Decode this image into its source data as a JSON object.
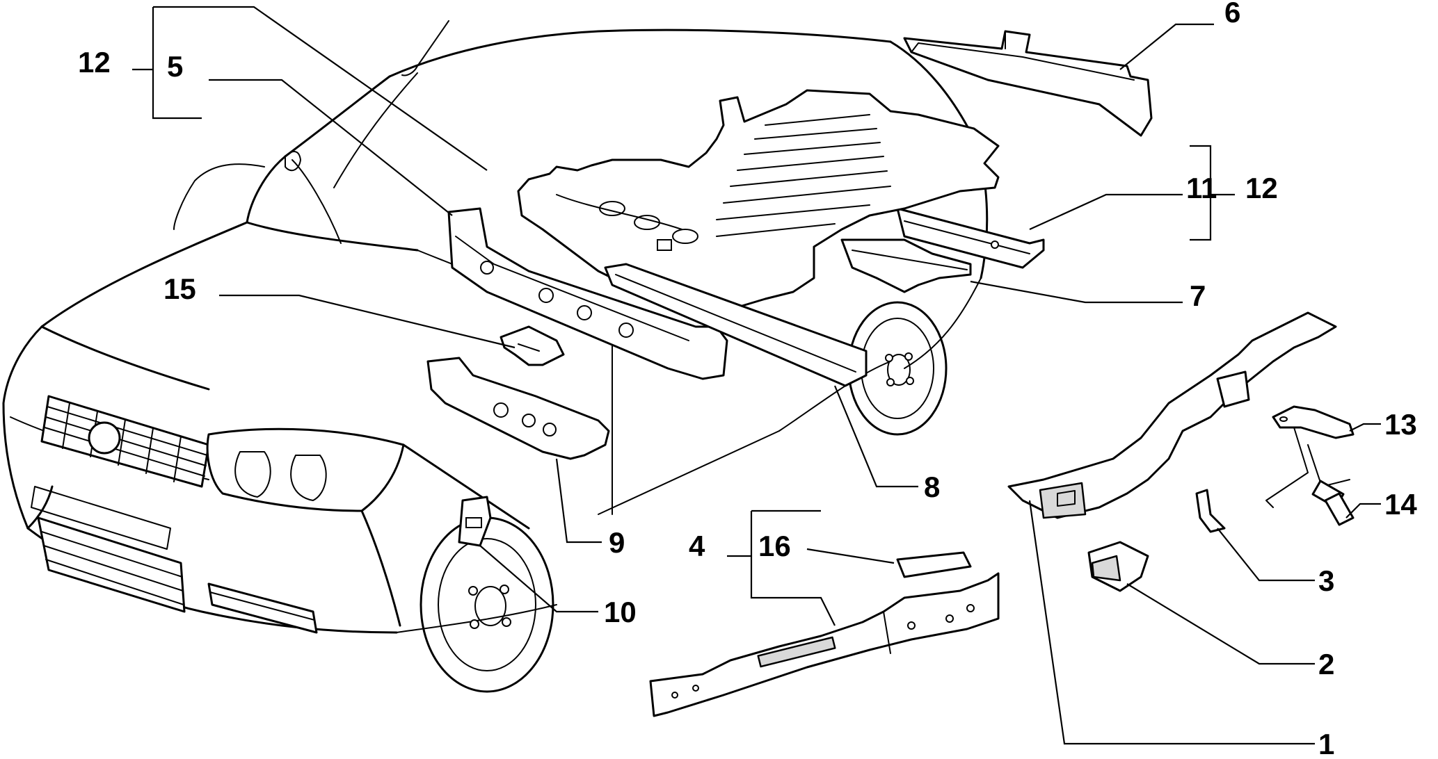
{
  "diagram": {
    "callouts": {
      "c1": "1",
      "c2": "2",
      "c3": "3",
      "c4": "4",
      "c5": "5",
      "c6": "6",
      "c7": "7",
      "c8": "8",
      "c9": "9",
      "c10": "10",
      "c11": "11",
      "c12a": "12",
      "c12b": "12",
      "c13": "13",
      "c14": "14",
      "c15": "15",
      "c16": "16"
    }
  }
}
